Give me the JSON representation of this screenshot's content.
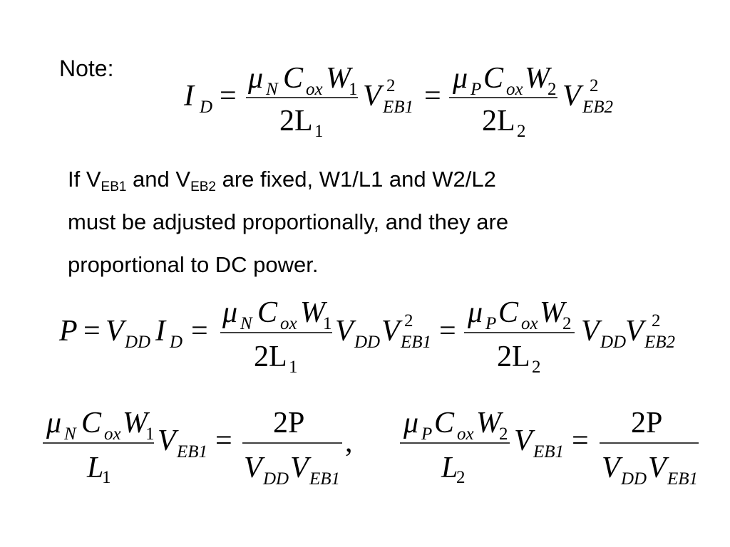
{
  "note_label": "Note:",
  "paragraph": {
    "lines": [
      {
        "segments": [
          {
            "text": "If V",
            "sub": "EB1"
          },
          {
            "text": " and V",
            "sub": "EB2"
          },
          {
            "text": " are fixed, W1/L1 and W2/L2",
            "sub": ""
          }
        ]
      },
      {
        "segments": [
          {
            "text": "must be adjusted proportionally, and they are",
            "sub": ""
          }
        ]
      },
      {
        "segments": [
          {
            "text": "proportional to DC power.",
            "sub": ""
          }
        ]
      }
    ]
  },
  "equations": {
    "eq1": {
      "lhs": "I",
      "lhs_sub": "D",
      "equals": "=",
      "frac1_num": [
        {
          "t": "μ",
          "s": "N"
        },
        {
          "t": "C",
          "s": "ox"
        },
        {
          "t": "W",
          "s": "1"
        }
      ],
      "frac1_den": [
        {
          "t": "2L",
          "s": "1"
        }
      ],
      "term1": "V",
      "term1_sub": "EB1",
      "term1_sup": "2",
      "frac2_num": [
        {
          "t": "μ",
          "s": "P"
        },
        {
          "t": "C",
          "s": "ox"
        },
        {
          "t": "W",
          "s": "2"
        }
      ],
      "frac2_den": [
        {
          "t": "2L",
          "s": "2"
        }
      ],
      "term2": "V",
      "term2_sub": "EB2",
      "term2_sup": "2"
    },
    "eq2": {
      "lhs": "P",
      "vdd": "V",
      "vdd_sub": "DD",
      "id": "I",
      "id_sub": "D",
      "term1_sub": "EB1",
      "term2_sub": "EB2",
      "sup": "2"
    },
    "eq3": {
      "frac_rhs_num": "2P",
      "den_v": "V",
      "den_sub1": "DD",
      "den_sub2": "EB1",
      "comma": ","
    }
  }
}
